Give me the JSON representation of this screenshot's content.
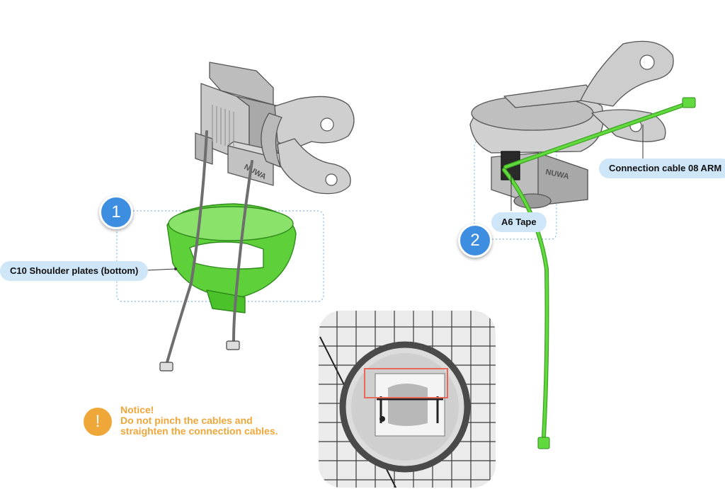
{
  "steps": [
    {
      "number": "1"
    },
    {
      "number": "2"
    }
  ],
  "callouts": {
    "shoulder_plates": "C10 Shoulder plates (bottom)",
    "connection_cable": "Connection cable 08 ARM",
    "tape": "A6 Tape"
  },
  "robot_marking": "NUWA",
  "notice": {
    "icon": "exclamation-icon",
    "title": "Notice!",
    "line1": "Do not pinch the cables and",
    "line2": "straighten the connection cables."
  },
  "colors": {
    "highlight_part": "#5ed13a",
    "callout_bg": "#cfe6f8",
    "step_badge": "#3d8de0",
    "notice": "#f0a73a",
    "photo_box": "#e8685a"
  }
}
